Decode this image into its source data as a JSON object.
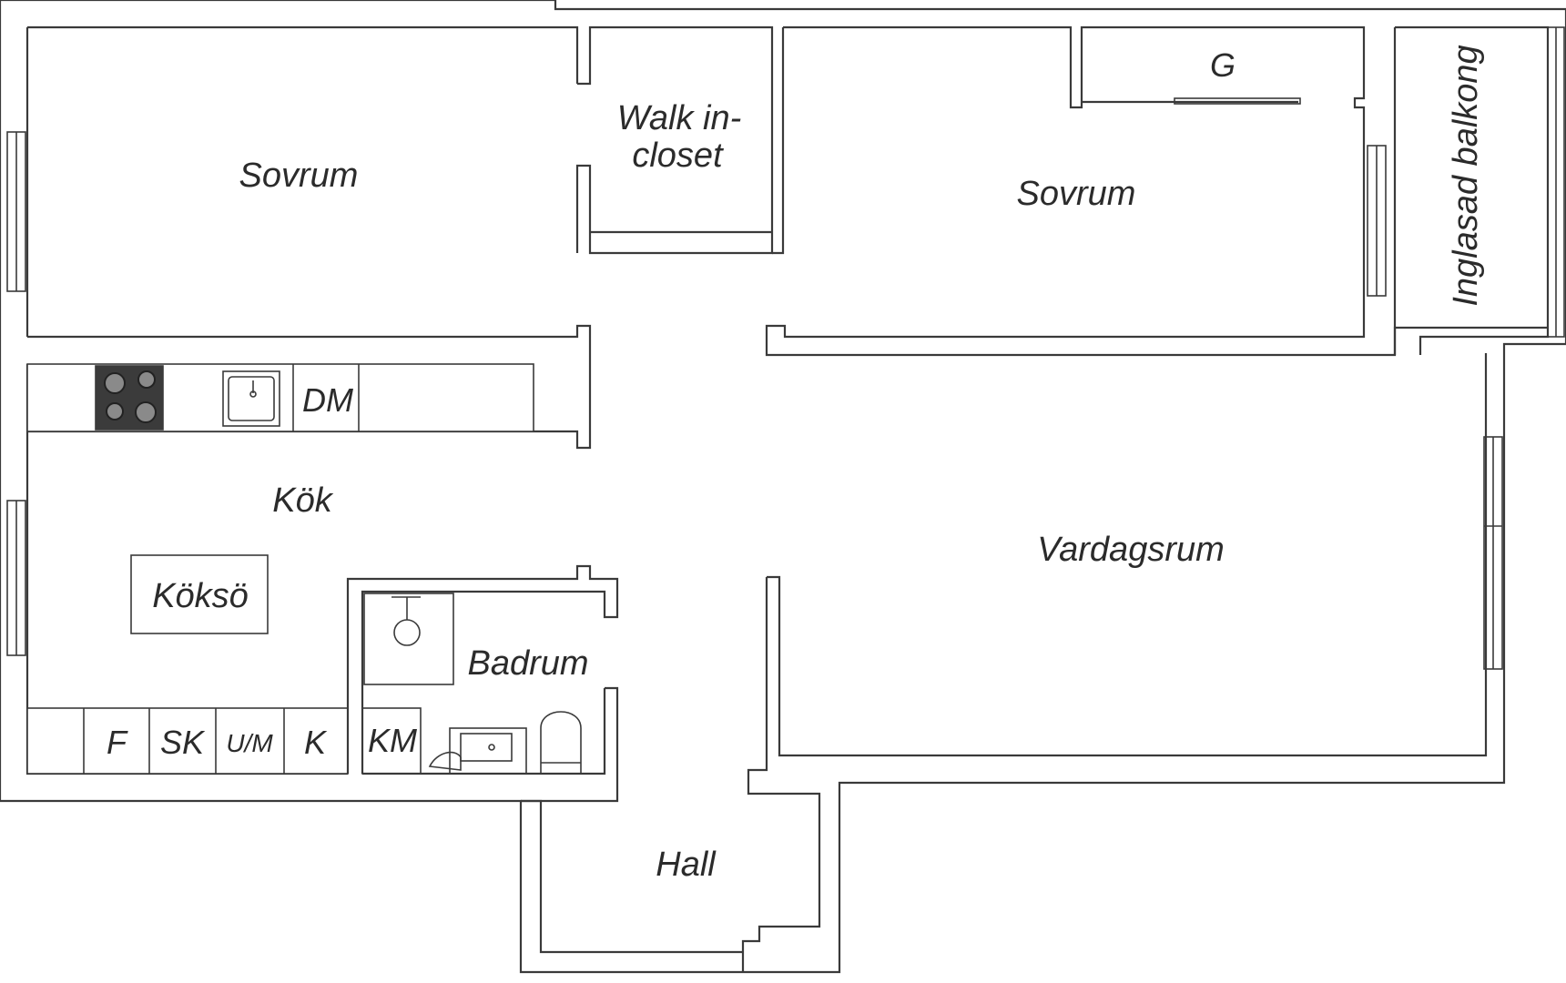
{
  "rooms": {
    "bedroom_left": "Sovrum",
    "walk_in_line1": "Walk in-",
    "walk_in_line2": "closet",
    "bedroom_right": "Sovrum",
    "wardrobe_g": "G",
    "balcony": "Inglasad balkong",
    "kitchen": "Kök",
    "kitchen_island": "Köksö",
    "bathroom": "Badrum",
    "living_room": "Vardagsrum",
    "hall": "Hall"
  },
  "appliances": {
    "dishwasher": "DM",
    "fridge": "F",
    "cabinet_sk": "SK",
    "microwave_oven": "U/M",
    "freezer": "K",
    "washing_machine": "KM"
  }
}
